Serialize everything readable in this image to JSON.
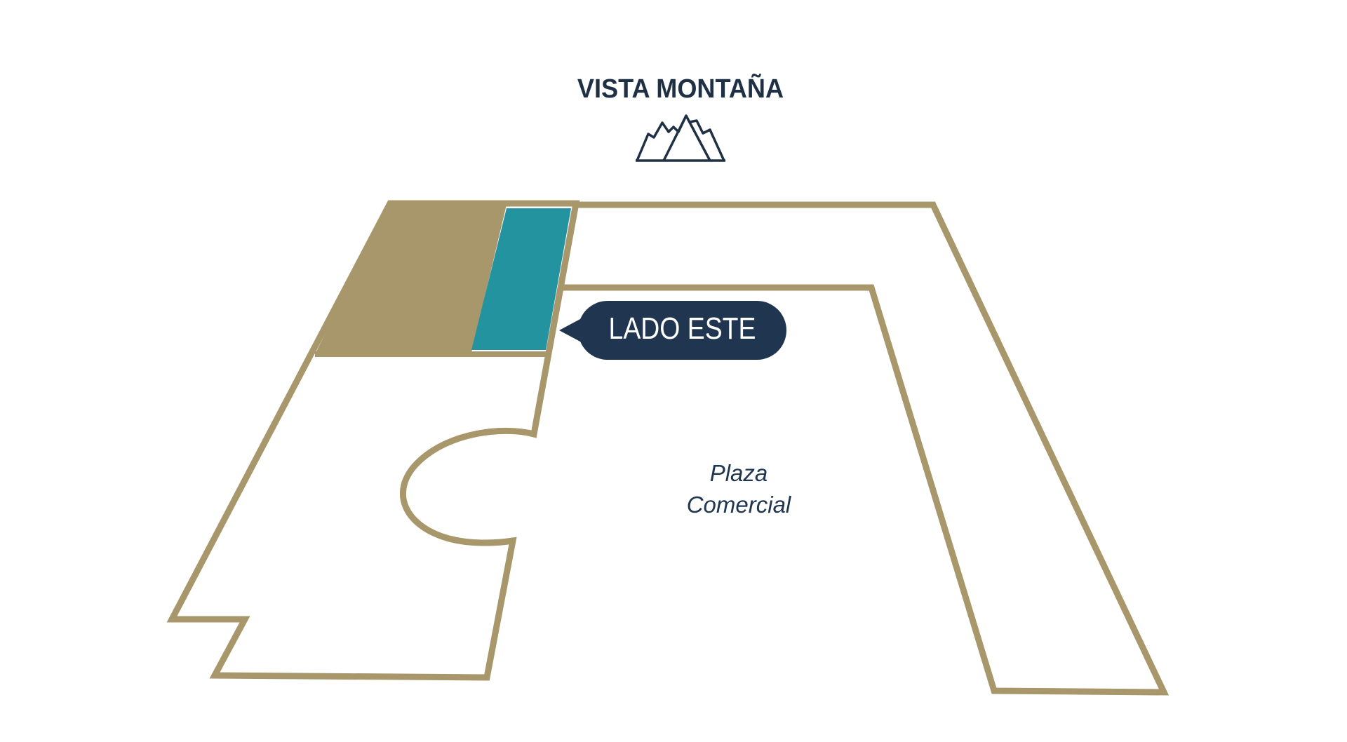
{
  "header": {
    "title": "VISTA MONTAÑA",
    "icon": "mountain-icon"
  },
  "callout": {
    "label": "LADO ESTE"
  },
  "areas": {
    "plaza_line1": "Plaza",
    "plaza_line2": "Comercial"
  },
  "colors": {
    "outline": "#A8976A",
    "highlight": "#22939F",
    "callout": "#1F3550",
    "text": "#1F3044"
  }
}
